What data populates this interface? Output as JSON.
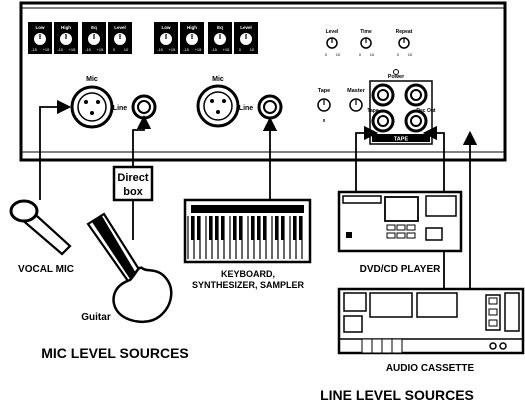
{
  "panel": {
    "channel_knob_labels": [
      "Low",
      "High",
      "Eq",
      "Level",
      "Low",
      "High",
      "Eq",
      "Level"
    ],
    "eq_scale": [
      "-15",
      "0",
      "+15"
    ],
    "level_scale": [
      "0",
      "10"
    ],
    "master_knob_labels": [
      "Level",
      "Time",
      "Repeat"
    ],
    "jack_labels": {
      "mic": "Mic",
      "line": "Line"
    },
    "tape_knob_label": "Tape",
    "master_knob_label": "Master",
    "power_label": "Power",
    "tape_in_label": "Tape",
    "rec_out_label": "Rec Out",
    "tape_section_label": "TAPE"
  },
  "labels": {
    "direct_box": [
      "Direct",
      "box"
    ],
    "vocal_mic": "VOCAL MIC",
    "guitar": "Guitar",
    "keyboard": [
      "KEYBOARD,",
      "SYNTHESIZER, SAMPLER"
    ],
    "dvd_player": "DVD/CD PLAYER",
    "audio_cassette": "AUDIO CASSETTE",
    "mic_level_sources": "MIC LEVEL SOURCES",
    "line_level_sources": "LINE LEVEL SOURCES"
  }
}
